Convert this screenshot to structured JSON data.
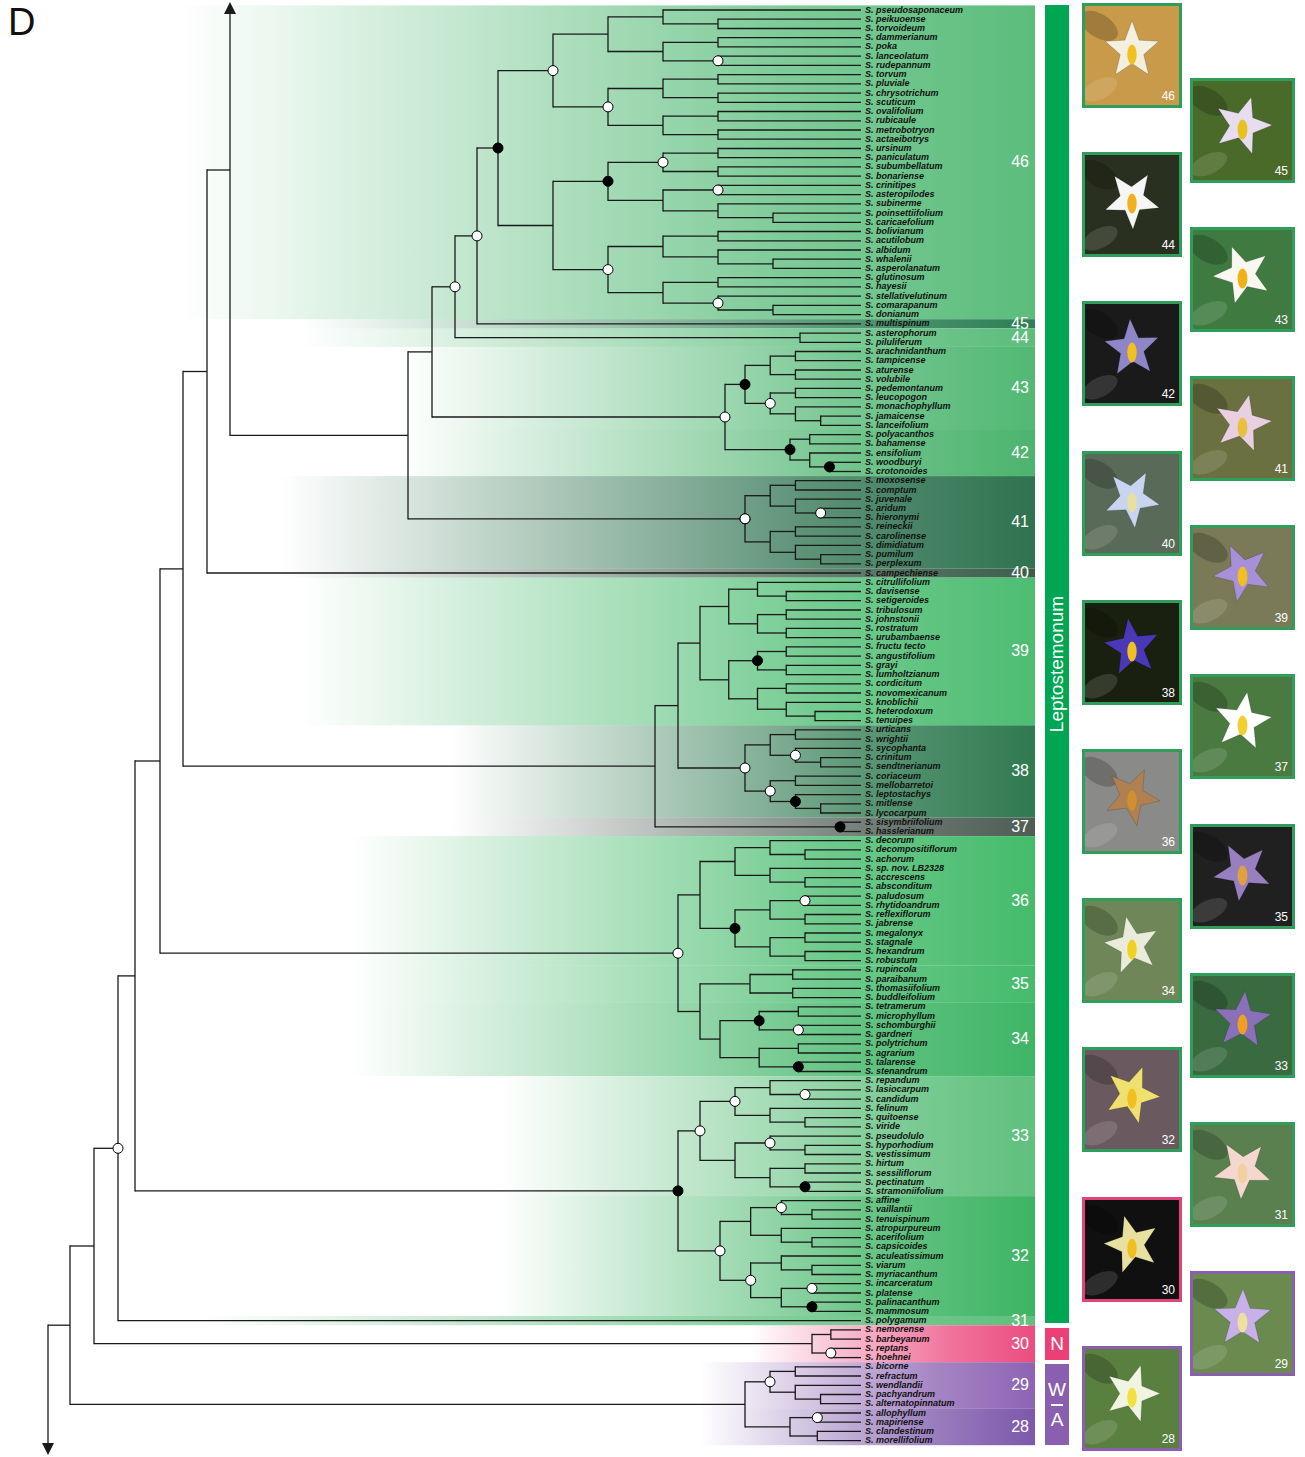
{
  "diagram": {
    "nodes": [
      {
        "text": [
          "46"
        ]
      },
      {
        "text": [
          "45"
        ]
      },
      {
        "text": [
          "44"
        ]
      },
      {
        "text": [
          "43"
        ]
      },
      {
        "text": [
          "42"
        ]
      },
      {
        "text": [
          "41"
        ]
      },
      {
        "text": [
          "40"
        ]
      },
      {
        "text": [
          "39"
        ]
      },
      {
        "text": [
          "38"
        ]
      },
      {
        "text": [
          "37"
        ]
      },
      {
        "text": [
          "36"
        ]
      },
      {
        "text": [
          "35"
        ]
      },
      {
        "text": [
          "34"
        ]
      },
      {
        "text": [
          "33"
        ]
      },
      {
        "text": [
          "32"
        ]
      },
      {
        "text": [
          "31"
        ]
      },
      {
        "text": [
          "30"
        ]
      },
      {
        "text": [
          "29"
        ]
      },
      {
        "text": [
          "28"
        ]
      },
      {
        "text": [
          "Leptostemonum"
        ]
      },
      {
        "text": [
          "N"
        ]
      },
      {
        "text": [
          "W",
          "A"
        ]
      },
      {
        "text": [
          "46"
        ]
      },
      {
        "text": [
          "45"
        ]
      },
      {
        "text": [
          "44"
        ]
      },
      {
        "text": [
          "43"
        ]
      },
      {
        "text": [
          "42"
        ]
      },
      {
        "text": [
          "41"
        ]
      },
      {
        "text": [
          "40"
        ]
      },
      {
        "text": [
          "39"
        ]
      },
      {
        "text": [
          "38"
        ]
      },
      {
        "text": [
          "37"
        ]
      },
      {
        "text": [
          "36"
        ]
      },
      {
        "text": [
          "35"
        ]
      },
      {
        "text": [
          "34"
        ]
      },
      {
        "text": [
          "33"
        ]
      },
      {
        "text": [
          "32"
        ]
      },
      {
        "text": [
          "31"
        ]
      },
      {
        "text": [
          "30"
        ]
      },
      {
        "text": [
          "29"
        ]
      },
      {
        "text": [
          "28"
        ]
      }
    ],
    "labels": [
      "D",
      "S. pseudosaponaceum",
      "S. peikuoense",
      "S. torvoideum",
      "S. dammerianum",
      "S. poka",
      "S. lanceolatum",
      "S. rudepannum",
      "S. torvum",
      "S. pluviale",
      "S. chrysotrichum",
      "S. scuticum",
      "S. ovalifolium",
      "S. rubicaule",
      "S. metrobotryon",
      "S. actaeibotrys",
      "S. ursinum",
      "S. paniculatum",
      "S. subumbellatum",
      "S. bonariense",
      "S. crinitipes",
      "S. asteropilodes",
      "S. subinerme",
      "S. poinsettiifolium",
      "S. caricaefolium",
      "S. bolivianum",
      "S. acutilobum",
      "S. albidum",
      "S. whalenii",
      "S. asperolanatum",
      "S. glutinosum",
      "S. hayesii",
      "S. stellativelutinum",
      "S. comarapanum",
      "S. donianum",
      "S. multispinum",
      "S. asterophorum",
      "S. piluliferum",
      "S. arachnidanthum",
      "S. tampicense",
      "S. aturense",
      "S. volubile",
      "S. pedemontanum",
      "S. leucopogon",
      "S. monachophyllum",
      "S. jamaicense",
      "S. lanceifolium",
      "S. polyacanthos",
      "S. bahamense",
      "S. ensifolium",
      "S. woodburyi",
      "S. crotonoides",
      "S. moxosense",
      "S. comptum",
      "S. juvenale",
      "S. aridum",
      "S. hieronymi",
      "S. reineckii",
      "S. carolinense",
      "S. dimidiatum",
      "S. pumilum",
      "S. perplexum",
      "S. campechiense",
      "S. citrullifolium",
      "S. davisense",
      "S. setigeroides",
      "S. tribulosum",
      "S. johnstonii",
      "S. rostratum",
      "S. urubambaense",
      "S. fructu tecto",
      "S. angustifolium",
      "S. grayi",
      "S. lumholtzianum",
      "S. cordicitum",
      "S. novomexicanum",
      "S. knoblichii",
      "S. heterodoxum",
      "S. tenuipes",
      "S. urticans",
      "S. wrightii",
      "S. sycophanta",
      "S. crinitum",
      "S. sendtnerianum",
      "S. coriaceum",
      "S. mellobarretoi",
      "S. leptostachys",
      "S. mitlense",
      "S. lycocarpum",
      "S. sisymbriifolium",
      "S. hasslerianum",
      "S. decorum",
      "S. decompositiflorum",
      "S. achorum",
      "S. sp. nov. LB2328",
      "S. accrescens",
      "S. absconditum",
      "S. paludosum",
      "S. rhytidoandrum",
      "S. reflexiflorum",
      "S. jabrense",
      "S. megalonyx",
      "S. stagnale",
      "S. hexandrum",
      "S. robustum",
      "S. rupincola",
      "S. paraibanum",
      "S. thomasiifolium",
      "S. buddleifolium",
      "S. tetramerum",
      "S. microphyllum",
      "S. schomburghii",
      "S. gardneri",
      "S. polytrichum",
      "S. agrarium",
      "S. talarense",
      "S. stenandrum",
      "S. repandum",
      "S. lasiocarpum",
      "S. candidum",
      "S. felinum",
      "S. quitoense",
      "S. viride",
      "S. pseudolulo",
      "S. hyporhodium",
      "S. vestissimum",
      "S. hirtum",
      "S. sessiliflorum",
      "S. pectinatum",
      "S. stramoniifolium",
      "S. affine",
      "S. vaillantii",
      "S. tenuispinum",
      "S. atropurpureum",
      "S. acerifolium",
      "S. capsicoides",
      "S. aculeatissimum",
      "S. viarum",
      "S. myriacanthum",
      "S. incarceratum",
      "S. platense",
      "S. palinacanthum",
      "S. mammosum",
      "S. polygamum",
      "S. nemorense",
      "S. barbeyanum",
      "S. reptans",
      "S. hoehnei",
      "S. bicorne",
      "S. refractum",
      "S. wendlandii",
      "S. pachyandrum",
      "S. alternatopinnatum",
      "S. allophyllum",
      "S. mapiriense",
      "S. clandestinum",
      "S. morellifolium"
    ]
  }
}
